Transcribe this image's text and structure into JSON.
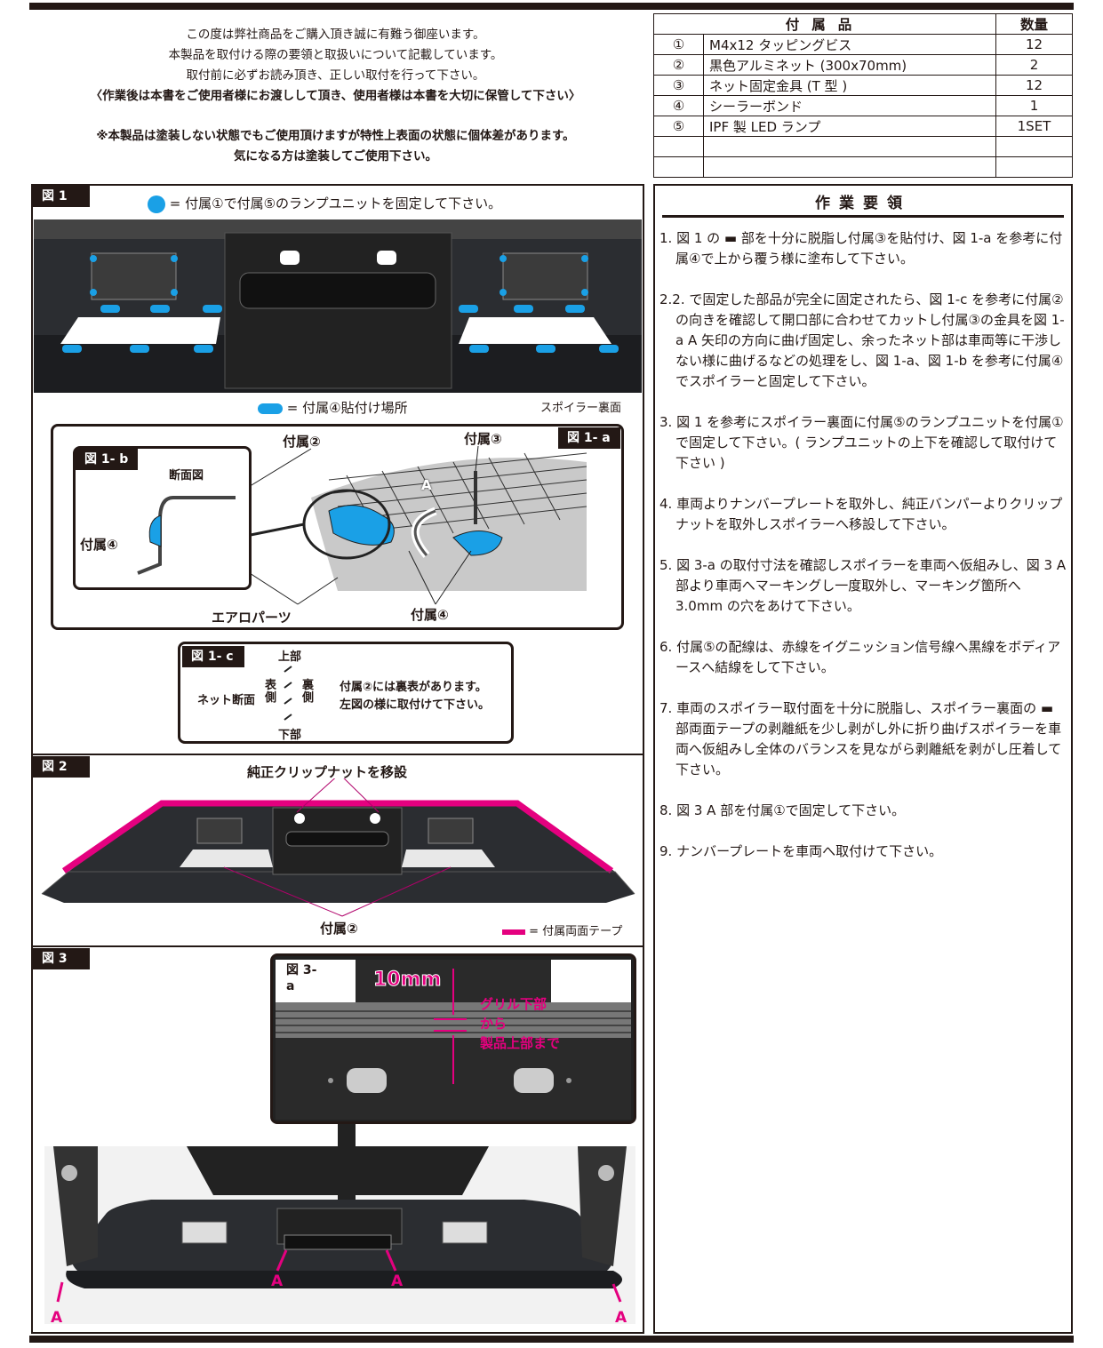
{
  "intro": {
    "line1": "この度は弊社商品をご購入頂き誠に有難う御座います。",
    "line2": "本製品を取付ける際の要領と取扱いについて記載しています。",
    "line3": "取付前に必ずお読み頂き、正しい取付を行って下さい。",
    "line4": "〈作業後は本書をご使用者様にお渡しして頂き、使用者様は本書を大切に保管して下さい〉",
    "note1": "※本製品は塗装しない状態でもご使用頂けますが特性上表面の状態に個体差があります。",
    "note2": "気になる方は塗装してご使用下さい。"
  },
  "parts_table": {
    "header_name": "付属品",
    "header_qty": "数量",
    "rows": [
      {
        "no": "①",
        "name": "M4x12 タッピングビス",
        "qty": "12"
      },
      {
        "no": "②",
        "name": "黒色アルミネット (300x70mm)",
        "qty": "2"
      },
      {
        "no": "③",
        "name": "ネット固定金具 (T 型 )",
        "qty": "12"
      },
      {
        "no": "④",
        "name": "シーラーボンド",
        "qty": "1"
      },
      {
        "no": "⑤",
        "name": "IPF 製 LED ランプ",
        "qty": "1SET"
      },
      {
        "no": "",
        "name": "",
        "qty": ""
      },
      {
        "no": "",
        "name": "",
        "qty": ""
      }
    ]
  },
  "fig1": {
    "label": "図 1",
    "caption": "= 付属①で付属⑤のランプユニットを固定して下さい。",
    "legend": "= 付属④貼付け場所",
    "spoiler_back": "スポイラー裏面",
    "sub_a": "図 1- a",
    "sub_b": "図 1- b",
    "section": "断面図",
    "part2": "付属②",
    "part3": "付属③",
    "part4": "付属④",
    "part4b": "付属④",
    "aero": "エアロパーツ",
    "arrow_a": "A"
  },
  "fig1c": {
    "label": "図 1- c",
    "top": "上部",
    "bottom": "下部",
    "net_section": "ネット断面",
    "front": "表側",
    "back": "裏側",
    "note1": "付属②には裏表があります。",
    "note2": "左図の様に取付けて下さい。"
  },
  "fig2": {
    "label": "図 2",
    "title": "純正クリップナットを移設",
    "part2": "付属②",
    "legend": "= 付属両面テープ"
  },
  "fig3": {
    "label": "図 3",
    "sub": "図 3- a",
    "dim": "10mm",
    "t1": "グリル下部",
    "t2": "から",
    "t3": "製品上部まで",
    "a": "A"
  },
  "procedure": {
    "title": "作業要領",
    "steps": [
      "1. 図 1 の ▬ 部を十分に脱脂し付属③を貼付け、図 1-a を参考に付属④で上から覆う様に塗布して下さい。",
      "2.2. で固定した部品が完全に固定されたら、図 1-c を参考に付属②の向きを確認して開口部に合わせてカットし付属③の金具を図 1-a A 矢印の方向に曲げ固定し、余ったネット部は車両等に干渉しない様に曲げるなどの処理をし、図 1-a、図 1-b を参考に付属④でスポイラーと固定して下さい。",
      "3. 図 1 を参考にスポイラー裏面に付属⑤のランプユニットを付属①で固定して下さい。( ランプユニットの上下を確認して取付けて下さい )",
      "4. 車両よりナンバープレートを取外し、純正バンパーよりクリップナットを取外しスポイラーへ移設して下さい。",
      "5. 図 3-a の取付寸法を確認しスポイラーを車両へ仮組みし、図 3 A 部より車両へマーキングし一度取外し、マーキング箇所へ 3.0mm の穴をあけて下さい。",
      "6. 付属⑤の配線は、赤線をイグニッション信号線へ黒線をボディアースへ結線をして下さい。",
      "7. 車両のスポイラー取付面を十分に脱脂し、スポイラー裏面の ▬ 部両面テープの剥離紙を少し剥がし外に折り曲げスポイラーを車両へ仮組みし全体のバランスを見ながら剥離紙を剥がし圧着して下さい。",
      "8. 図 3 A 部を付属①で固定して下さい。",
      "9. ナンバープレートを車両へ取付けて下さい。"
    ]
  },
  "colors": {
    "accent_blue": "#1aa0e6",
    "accent_magenta": "#e4007f",
    "ink": "#231815"
  }
}
